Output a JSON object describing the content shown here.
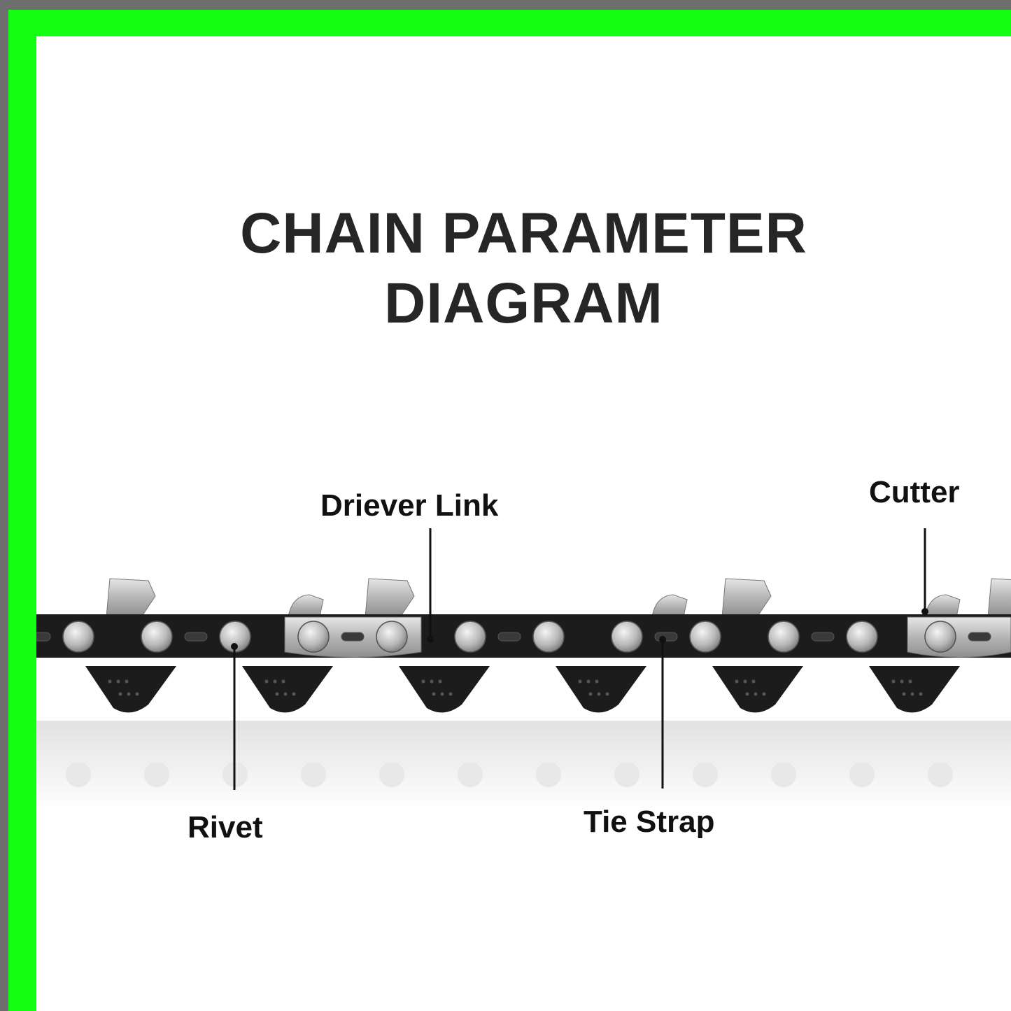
{
  "title": {
    "line1": "CHAIN PARAMETER",
    "line2": "DIAGRAM"
  },
  "labels": {
    "driver_link": "Driever Link",
    "cutter": "Cutter",
    "rivet": "Rivet",
    "tie_strap": "Tie Strap"
  },
  "colors": {
    "outer_frame": "#6e6e6e",
    "accent_frame": "#15ff15",
    "chain_black": "#1c1c1c",
    "cutter_silver": "#b8b8b8",
    "title_text": "#262626"
  }
}
